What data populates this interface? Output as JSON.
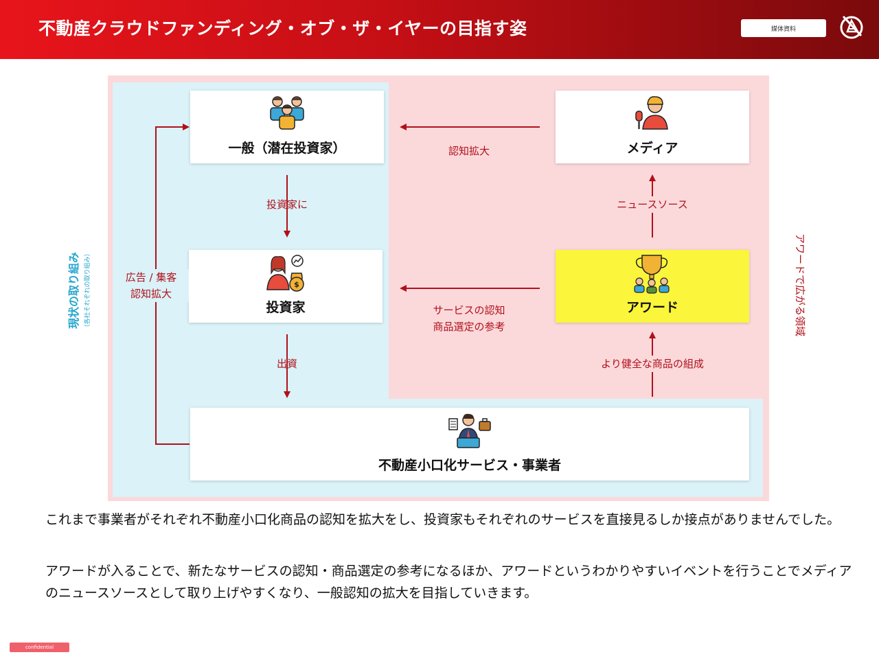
{
  "header": {
    "title": "不動産クラウドファンディング・オブ・ザ・イヤーの目指す姿",
    "badge": "媒体資料"
  },
  "colors": {
    "header_red": "#e8141b",
    "header_dark": "#7a0a0c",
    "pink_region": "#fbd9db",
    "blue_region": "#daf2f8",
    "arrow_red": "#b0101a",
    "award_yellow": "#fbf53b",
    "left_label_blue": "#2aa7cf"
  },
  "nodes": {
    "general": {
      "label": "一般（潜在投資家）",
      "icon": "people-group-icon"
    },
    "investor": {
      "label": "投資家",
      "icon": "investor-money-icon"
    },
    "media": {
      "label": "メディア",
      "icon": "reporter-microphone-icon"
    },
    "award": {
      "label": "アワード",
      "icon": "trophy-winners-icon"
    },
    "operator": {
      "label": "不動産小口化サービス・事業者",
      "icon": "businessman-laptop-icon"
    }
  },
  "edges": {
    "general_to_investor": "投資家に",
    "investor_to_operator": "出資",
    "operator_to_general_line1": "広告 / 集客",
    "operator_to_general_line2": "認知拡大",
    "media_to_general": "認知拡大",
    "award_to_investor_line1": "サービスの認知",
    "award_to_investor_line2": "商品選定の参考",
    "award_to_media": "ニュースソース",
    "operator_to_award": "より健全な商品の組成"
  },
  "side_labels": {
    "left_main": "現状の取り組み",
    "left_sub": "（各社それぞれの取り組み）",
    "right": "アワードで広がる領域"
  },
  "body": {
    "paragraph1": "これまで事業者がそれぞれ不動産小口化商品の認知を拡大をし、投資家もそれぞれのサービスを直接見るしか接点がありませんでした。",
    "paragraph2": "アワードが入ることで、新たなサービスの認知・商品選定の参考になるほか、アワードというわかりやすいイベントを行うことでメディアのニュースソースとして取り上げやすくなり、一般認知の拡大を目指していきます。"
  },
  "footer": {
    "confidential": "confidential"
  }
}
